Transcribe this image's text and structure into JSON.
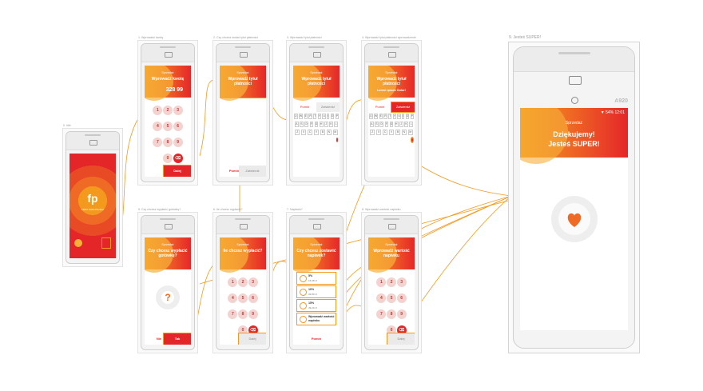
{
  "screens": {
    "s0": {
      "title": "0. Idle",
      "logo": "fp",
      "logo_sub": "FIRST DATA POLSKA"
    },
    "s1": {
      "title": "1. Wprowadź kwotę",
      "sale": "Sprzedaż",
      "msg": "Wprowadź kwotę",
      "amount": "328 99",
      "next": "Dalej"
    },
    "s2": {
      "title": "2. Czy chcesz dodać tytuł płatności",
      "sale": "Sprzedaż",
      "msg": "Wprowadź tytuł płatności",
      "skip": "Pomiń",
      "confirm": "Zatwierdź"
    },
    "s3": {
      "title": "3. Wprowadź tytuł płatności",
      "sale": "Sprzedaż",
      "msg": "Wprowadź tytuł płatności",
      "skip": "Pomiń",
      "confirm": "Zatwierdź"
    },
    "s4": {
      "title": "4. Wprowadź tytuł płatności wprowadzenie",
      "sale": "Sprzedaż",
      "msg": "Wprowadź tytuł płatności",
      "value": "Lorem ipsum Dolor!",
      "skip": "Pomiń",
      "confirm": "Zatwierdź"
    },
    "s5": {
      "title": "5. Czy chcesz wypłacić gotówkę?",
      "sale": "Sprzedaż",
      "msg": "Czy chcesz wypłacić gotówkę?",
      "no": "Nie",
      "yes": "Tak",
      "q": "?"
    },
    "s6": {
      "title": "6. Ile chcesz wypłacić?",
      "sale": "Sprzedaż",
      "msg": "Ile chcesz wypłacić?",
      "next": "Dalej"
    },
    "s7": {
      "title": "7. Napiwek?",
      "sale": "Sprzedaż",
      "msg": "Czy chcesz zostawić napiwek?",
      "tips": [
        {
          "t": "5%",
          "s": "16,38 zł"
        },
        {
          "t": "10%",
          "s": "32,80 zł"
        },
        {
          "t": "15%",
          "s": "49,20 zł"
        },
        {
          "t": "Wprowadź wartość napiwku",
          "s": ""
        }
      ],
      "skip": "Pomiń"
    },
    "s8": {
      "title": "8. Wprowadź wartość napiwku",
      "sale": "Sprzedaż",
      "msg": "Wprowadź wartość napiwku",
      "next": "Dalej"
    },
    "s9": {
      "title": "9. Jesteś SUPER!",
      "model": "A920",
      "battery": "54%",
      "time": "12:01",
      "sale": "Sprzedaż",
      "msg1": "Dziękujemy!",
      "msg2": "Jesteś SUPER!"
    }
  },
  "keypad": [
    "1",
    "2",
    "3",
    "4",
    "5",
    "6",
    "7",
    "8",
    "9",
    "",
    "0",
    "⌫"
  ],
  "kbd_rows": [
    [
      "Q",
      "W",
      "E",
      "R",
      "T",
      "Y",
      "U",
      "I",
      "O",
      "P"
    ],
    [
      "A",
      "S",
      "D",
      "F",
      "G",
      "H",
      "J",
      "K",
      "L"
    ],
    [
      "Z",
      "X",
      "C",
      "V",
      "B",
      "N",
      "M"
    ]
  ]
}
